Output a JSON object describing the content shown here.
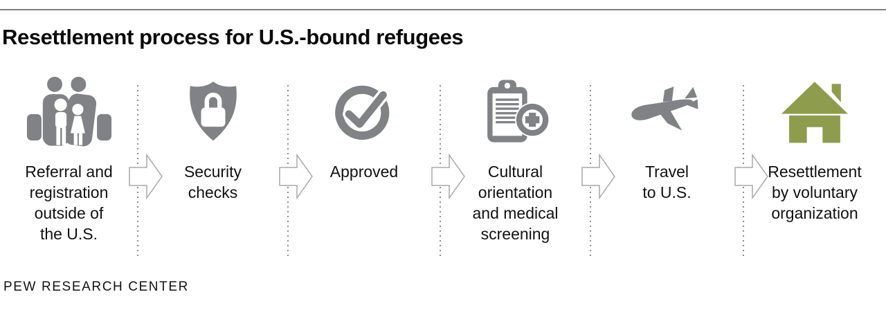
{
  "title": "Resettlement process for U.S.-bound refugees",
  "footer": "PEW RESEARCH CENTER",
  "colors": {
    "icon_gray": "#808285",
    "house_green": "#8E9C4D",
    "arrow_outline": "#a6a8ab",
    "dotted_line": "#8a8c8e",
    "top_rule": "#7d7f82"
  },
  "steps": [
    {
      "icon": "family-with-luggage-icon",
      "label": "Referral and\nregistration\noutside of\nthe U.S."
    },
    {
      "icon": "shield-lock-icon",
      "label": "Security\nchecks"
    },
    {
      "icon": "check-circle-icon",
      "label": "Approved"
    },
    {
      "icon": "clipboard-medical-icon",
      "label": "Cultural\norientation\nand medical\nscreening"
    },
    {
      "icon": "airplane-icon",
      "label": "Travel\nto U.S."
    },
    {
      "icon": "house-icon",
      "label": "Resettlement\nby voluntary\norganization"
    }
  ]
}
